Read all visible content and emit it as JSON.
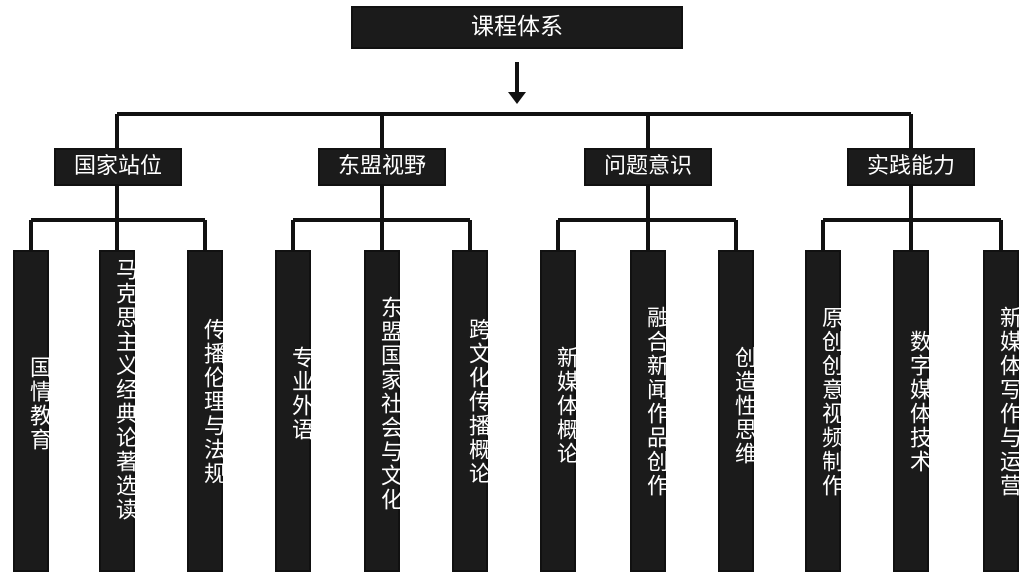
{
  "diagram": {
    "root": "课程体系",
    "categories": [
      {
        "label": "国家站位",
        "children": [
          "国情教育",
          "马克思主义经典论著选读",
          "传播伦理与法规"
        ]
      },
      {
        "label": "东盟视野",
        "children": [
          "专业外语",
          "东盟国家社会与文化",
          "跨文化传播概论"
        ]
      },
      {
        "label": "问题意识",
        "children": [
          "新媒体概论",
          "融合新闻作品创作",
          "创造性思维"
        ]
      },
      {
        "label": "实践能力",
        "children": [
          "原创创意视频制作",
          "数字媒体技术",
          "新媒体写作与运营"
        ]
      }
    ]
  },
  "colors": {
    "box_fill": "#1b1b1b",
    "line": "#111111",
    "text": "#ffffff"
  }
}
